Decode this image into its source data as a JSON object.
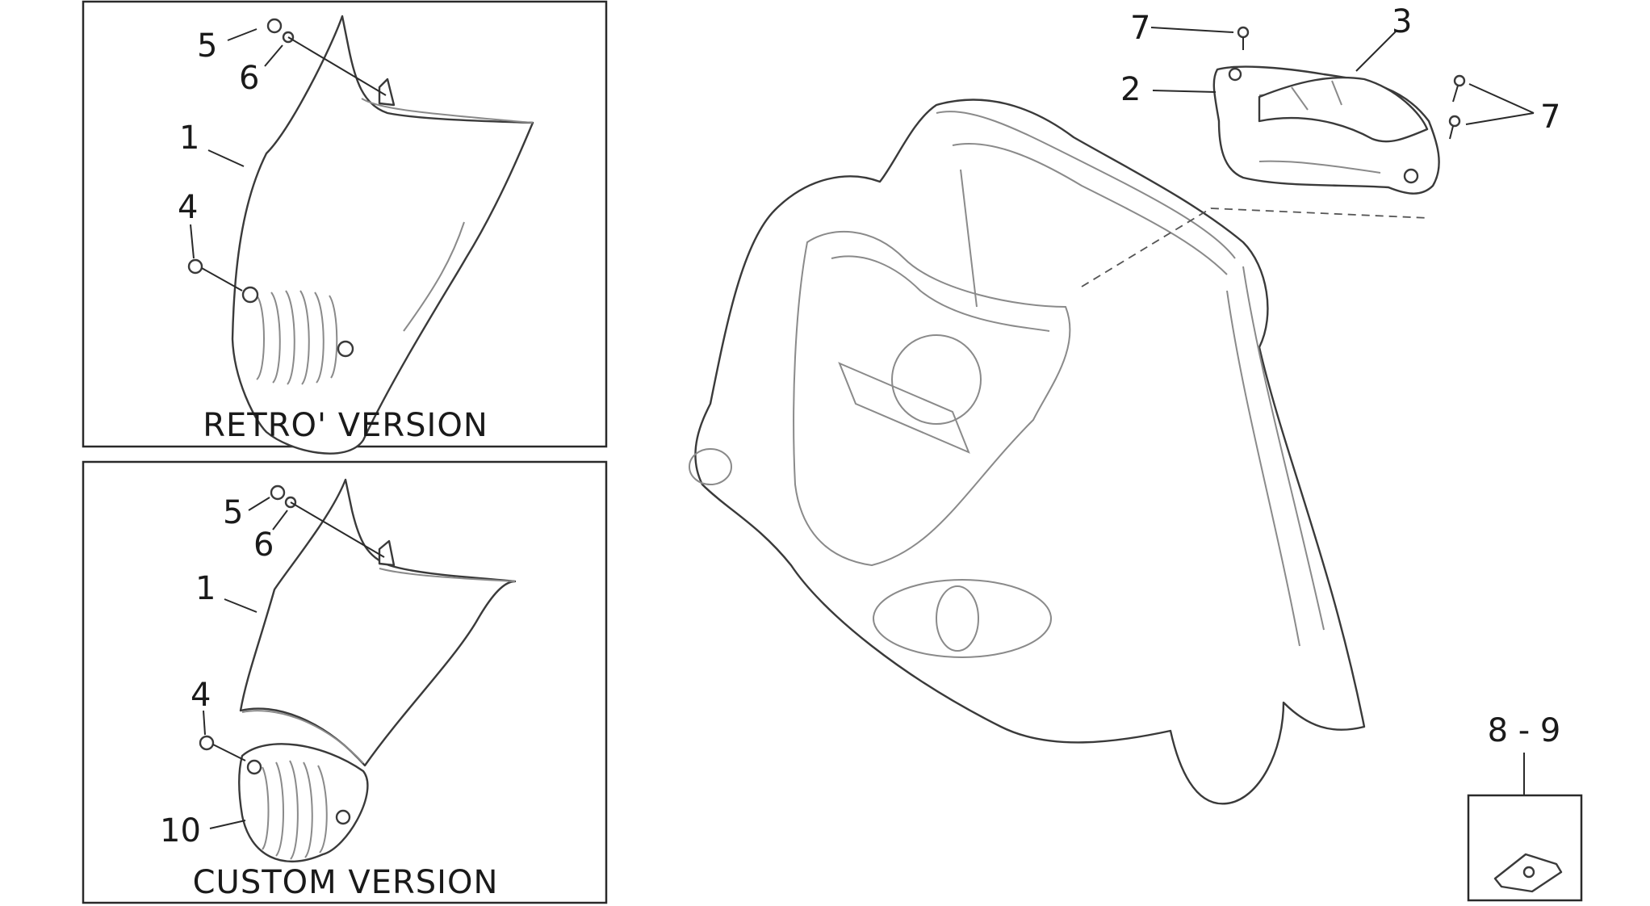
{
  "panels": {
    "retro": {
      "caption": "RETRO' VERSION"
    },
    "custom": {
      "caption": "CUSTOM VERSION"
    }
  },
  "callouts": {
    "retro_5": "5",
    "retro_6": "6",
    "retro_1": "1",
    "retro_4": "4",
    "custom_5": "5",
    "custom_6": "6",
    "custom_1": "1",
    "custom_4": "4",
    "custom_10": "10",
    "main_7_top": "7",
    "main_3": "3",
    "main_2": "2",
    "main_7_right": "7",
    "clip_8_9": "8 - 9"
  }
}
